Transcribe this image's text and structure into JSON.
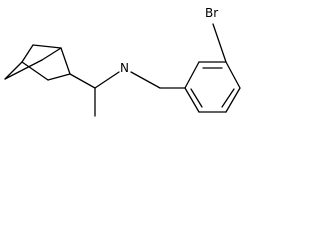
{
  "molecule": {
    "atoms": [
      {
        "symbol": "N",
        "label": "N"
      },
      {
        "symbol": "Br",
        "label": "Br"
      }
    ]
  }
}
